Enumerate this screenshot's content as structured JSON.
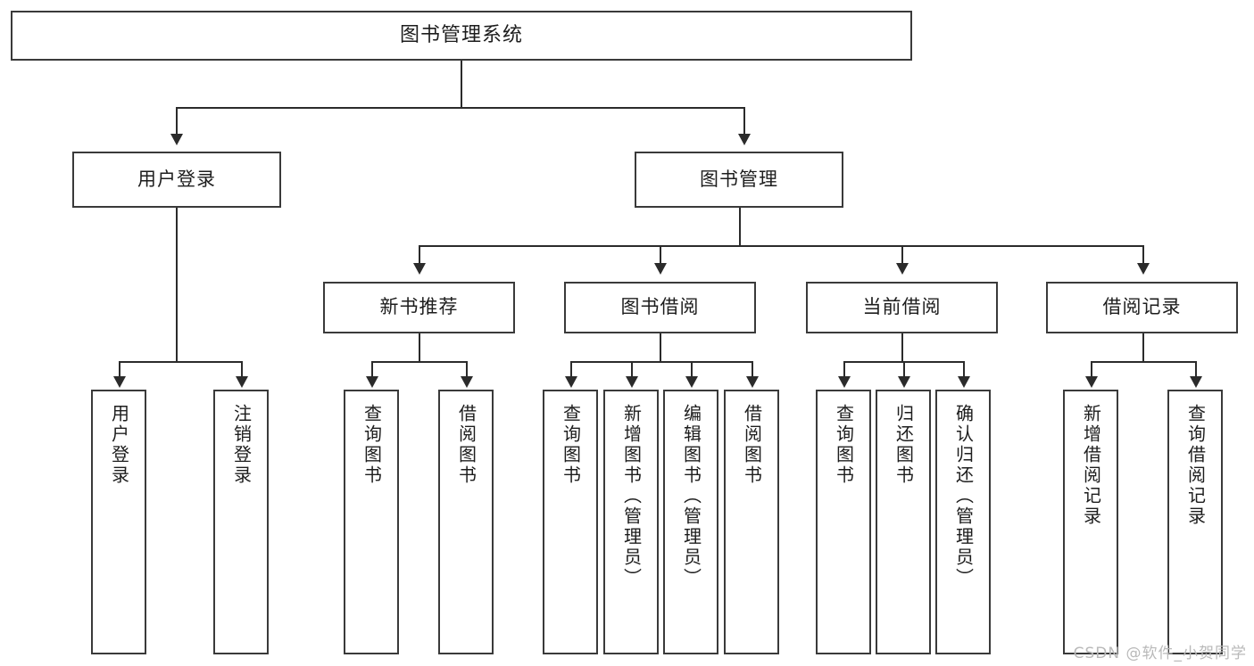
{
  "diagram": {
    "title": "图书管理系统",
    "watermark": "CSDN @软件_小贺同学",
    "type": "hierarchy-tree",
    "colors": {
      "box_border": "#3a3a3a",
      "connector": "#2b2b2b",
      "background": "#ffffff",
      "text": "#1d1d1d",
      "watermark": "#b9b9b9"
    },
    "levels": {
      "root": "图书管理系统",
      "level2": [
        "用户登录",
        "图书管理"
      ],
      "level3": [
        "新书推荐",
        "图书借阅",
        "当前借阅",
        "借阅记录"
      ],
      "level4_groups": [
        {
          "parent": "用户登录",
          "children": [
            "用户登录",
            "注销登录"
          ]
        },
        {
          "parent": "新书推荐",
          "children": [
            "查询图书",
            "借阅图书"
          ]
        },
        {
          "parent": "图书借阅",
          "children": [
            "查询图书",
            "新增图书（管理员）",
            "编辑图书（管理员）",
            "借阅图书"
          ]
        },
        {
          "parent": "当前借阅",
          "children": [
            "查询图书",
            "归还图书",
            "确认归还（管理员）"
          ]
        },
        {
          "parent": "借阅记录",
          "children": [
            "新增借阅记录",
            "查询借阅记录"
          ]
        }
      ]
    },
    "nodes": {
      "root": "图书管理系统",
      "user_login": "用户登录",
      "book_manage": "图书管理",
      "new_book_rec": "新书推荐",
      "book_borrow": "图书借阅",
      "current_borrow": "当前借阅",
      "borrow_record": "借阅记录",
      "leaf_user_login": "用户登录",
      "leaf_logout": "注销登录",
      "leaf_query_book_a": "查询图书",
      "leaf_borrow_book_a": "借阅图书",
      "leaf_query_book_b": "查询图书",
      "leaf_add_book": "新增图书（管理员）",
      "leaf_edit_book": "编辑图书（管理员）",
      "leaf_borrow_book_b": "借阅图书",
      "leaf_query_book_c": "查询图书",
      "leaf_return_book": "归还图书",
      "leaf_confirm_return": "确认归还（管理员）",
      "leaf_add_record": "新增借阅记录",
      "leaf_query_record": "查询借阅记录"
    }
  }
}
